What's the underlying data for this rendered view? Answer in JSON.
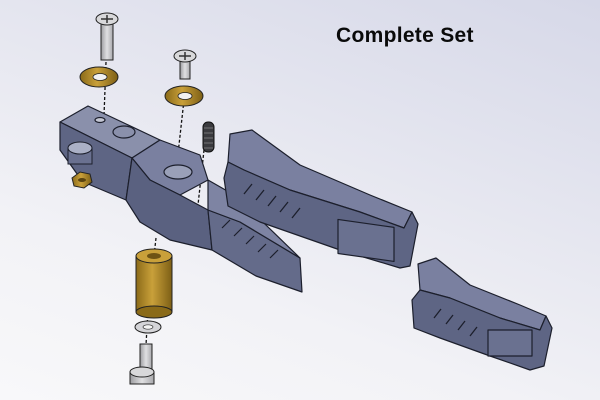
{
  "title": "Complete Set",
  "colors": {
    "background_top_right": "#d6d8e8",
    "background_bottom_left": "#f8f8fa",
    "plastic_body": "#6a7190",
    "plastic_dark": "#4e5470",
    "plastic_light": "#8a90ab",
    "brass": "#b8902a",
    "brass_dark": "#7d5f15",
    "steel": "#c9c9cc",
    "outline": "#1c1f2c"
  },
  "parts": [
    {
      "id": "top-screw-left",
      "type": "screw"
    },
    {
      "id": "top-washer-left",
      "type": "brass-washer"
    },
    {
      "id": "top-screw-right",
      "type": "screw"
    },
    {
      "id": "top-washer-right",
      "type": "brass-washer"
    },
    {
      "id": "spring",
      "type": "spring"
    },
    {
      "id": "main-bracket",
      "type": "folding-base"
    },
    {
      "id": "hex-nut",
      "type": "brass-nut"
    },
    {
      "id": "spacer",
      "type": "brass-cylinder"
    },
    {
      "id": "bottom-washer",
      "type": "steel-washer"
    },
    {
      "id": "bottom-bolt",
      "type": "socket-bolt"
    },
    {
      "id": "footpeg-pad-upper",
      "type": "rubber-pad"
    },
    {
      "id": "footpeg-pad-lower",
      "type": "rubber-pad"
    }
  ]
}
